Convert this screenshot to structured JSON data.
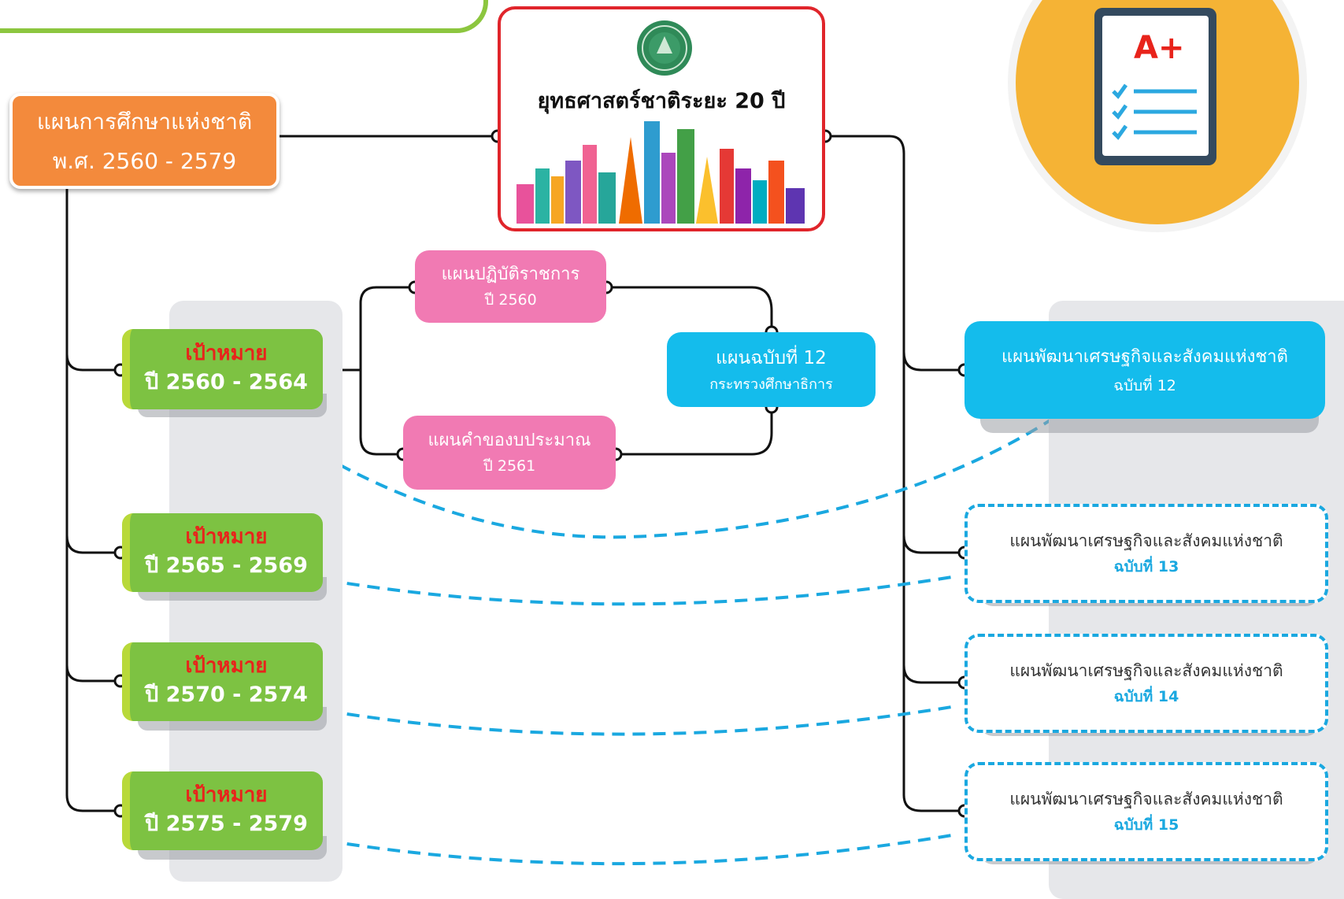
{
  "national_strategy": {
    "title": "ยุทธศาสตร์ชาติระยะ 20 ปี"
  },
  "education_plan": {
    "line1": "แผนการศึกษาแห่งชาติ",
    "line2": "พ.ศ. 2560 - 2579"
  },
  "goals": [
    {
      "label": "เป้าหมาย",
      "years": "ปี 2560 - 2564"
    },
    {
      "label": "เป้าหมาย",
      "years": "ปี 2565 - 2569"
    },
    {
      "label": "เป้าหมาย",
      "years": "ปี 2570 - 2574"
    },
    {
      "label": "เป้าหมาย",
      "years": "ปี 2575 - 2579"
    }
  ],
  "operational_plan": {
    "line1": "แผนปฏิบัติราชการ",
    "line2": "ปี 2560"
  },
  "budget_plan": {
    "line1": "แผนคำของบประมาณ",
    "line2": "ปี 2561"
  },
  "ministry_plan": {
    "line1": "แผนฉบับที่ 12",
    "line2": "กระทรวงศึกษาธิการ"
  },
  "ned_plans": [
    {
      "line1": "แผนพัฒนาเศรษฐกิจและสังคมแห่งชาติ",
      "line2": "ฉบับที่ 12"
    },
    {
      "line1": "แผนพัฒนาเศรษฐกิจและสังคมแห่งชาติ",
      "line2": "ฉบับที่ 13"
    },
    {
      "line1": "แผนพัฒนาเศรษฐกิจและสังคมแห่งชาติ",
      "line2": "ฉบับที่ 14"
    },
    {
      "line1": "แผนพัฒนาเศรษฐกิจและสังคมแห่งชาติ",
      "line2": "ฉบับที่ 15"
    }
  ],
  "grade_icon": {
    "text": "A+",
    "icon": "clipboard-grade-icon"
  },
  "colors": {
    "goal_green": "#7dc242",
    "goal_label_red": "#e8231b",
    "plan_orange": "#f38a3c",
    "pink": "#f17ab3",
    "cyan": "#14bcec",
    "dashed_blue": "#1aa8e0",
    "strategy_border": "#e0252b",
    "header_green": "#8cc63f"
  }
}
